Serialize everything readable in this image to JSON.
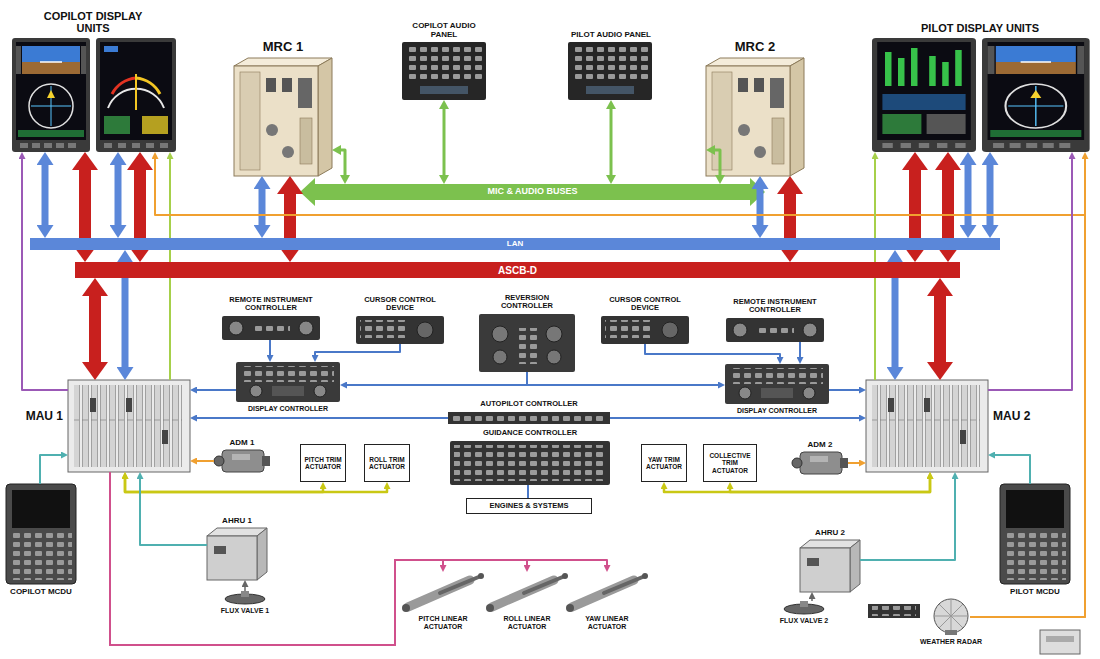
{
  "diagram": {
    "nodes": [
      {
        "text": [
          "COPILOT DISPLAY UNITS"
        ]
      },
      {
        "text": [
          "MRC 1"
        ]
      },
      {
        "text": [
          "COPILOT AUDIO PANEL"
        ]
      },
      {
        "text": [
          "PILOT AUDIO PANEL"
        ]
      },
      {
        "text": [
          "MRC 2"
        ]
      },
      {
        "text": [
          "PILOT DISPLAY UNITS"
        ]
      },
      {
        "text": [
          "MIC & AUDIO BUSES"
        ]
      },
      {
        "text": [
          "LAN"
        ]
      },
      {
        "text": [
          "ASCB-D"
        ]
      },
      {
        "text": [
          "REMOTE INSTRUMENT CONTROLLER"
        ]
      },
      {
        "text": [
          "CURSOR CONTROL DEVICE"
        ]
      },
      {
        "text": [
          "REVERSION CONTROLLER"
        ]
      },
      {
        "text": [
          "CURSOR CONTROL DEVICE"
        ]
      },
      {
        "text": [
          "REMOTE INSTRUMENT CONTROLLER"
        ]
      },
      {
        "text": [
          "MAU 1"
        ]
      },
      {
        "text": [
          "DISPLAY CONTROLLER"
        ]
      },
      {
        "text": [
          "AUTOPILOT CONTROLLER"
        ]
      },
      {
        "text": [
          "DISPLAY CONTROLLER"
        ]
      },
      {
        "text": [
          "MAU 2"
        ]
      },
      {
        "text": [
          "GUIDANCE CONTROLLER"
        ]
      },
      {
        "text": [
          "ADM 1"
        ]
      },
      {
        "text": [
          "PITCH TRIM ACTUATOR"
        ]
      },
      {
        "text": [
          "ROLL TRIM ACTUATOR"
        ]
      },
      {
        "text": [
          "YAW TRIM ACTUATOR"
        ]
      },
      {
        "text": [
          "COLLECTIVE TRIM ACTUATOR"
        ]
      },
      {
        "text": [
          "ADM 2"
        ]
      },
      {
        "text": [
          "ENGINES & SYSTEMS"
        ]
      },
      {
        "text": [
          "COPILOT MCDU"
        ]
      },
      {
        "text": [
          "PILOT MCDU"
        ]
      },
      {
        "text": [
          "AHRU 1"
        ]
      },
      {
        "text": [
          "FLUX VALVE 1"
        ]
      },
      {
        "text": [
          "PITCH LINEAR ACTUATOR"
        ]
      },
      {
        "text": [
          "ROLL LINEAR ACTUATOR"
        ]
      },
      {
        "text": [
          "YAW LINEAR ACTUATOR"
        ]
      },
      {
        "text": [
          "AHRU 2"
        ]
      },
      {
        "text": [
          "FLUX VALVE 2"
        ]
      },
      {
        "text": [
          "WEATHER RADAR"
        ]
      }
    ],
    "edges": [
      {
        "from": 0,
        "to": 8,
        "arrow": "both"
      },
      {
        "from": 0,
        "to": 8,
        "arrow": "both"
      },
      {
        "from": 1,
        "to": 8,
        "arrow": "both"
      },
      {
        "from": 4,
        "to": 8,
        "arrow": "both"
      },
      {
        "from": 5,
        "to": 8,
        "arrow": "both"
      },
      {
        "from": 5,
        "to": 8,
        "arrow": "both"
      },
      {
        "from": 14,
        "to": 8,
        "arrow": "both"
      },
      {
        "from": 18,
        "to": 8,
        "arrow": "both"
      },
      {
        "from": 0,
        "to": 7,
        "arrow": "both"
      },
      {
        "from": 0,
        "to": 7,
        "arrow": "both"
      },
      {
        "from": 1,
        "to": 7,
        "arrow": "both"
      },
      {
        "from": 4,
        "to": 7,
        "arrow": "both"
      },
      {
        "from": 5,
        "to": 7,
        "arrow": "both"
      },
      {
        "from": 5,
        "to": 7,
        "arrow": "both"
      },
      {
        "from": 14,
        "to": 7,
        "arrow": "both"
      },
      {
        "from": 18,
        "to": 7,
        "arrow": "both"
      },
      {
        "from": 1,
        "to": 6,
        "arrow": "both"
      },
      {
        "from": 2,
        "to": 6,
        "arrow": "both"
      },
      {
        "from": 3,
        "to": 6,
        "arrow": "both"
      },
      {
        "from": 4,
        "to": 6,
        "arrow": "both"
      },
      {
        "from": 9,
        "to": 15,
        "arrow": "to"
      },
      {
        "from": 10,
        "to": 15,
        "arrow": "to"
      },
      {
        "from": 11,
        "to": 15,
        "arrow": "to"
      },
      {
        "from": 11,
        "to": 17,
        "arrow": "to"
      },
      {
        "from": 12,
        "to": 17,
        "arrow": "to"
      },
      {
        "from": 13,
        "to": 17,
        "arrow": "to"
      },
      {
        "from": 15,
        "to": 14,
        "arrow": "to"
      },
      {
        "from": 17,
        "to": 18,
        "arrow": "to"
      },
      {
        "from": 16,
        "to": 14,
        "arrow": "to"
      },
      {
        "from": 16,
        "to": 18,
        "arrow": "to"
      },
      {
        "from": 26,
        "to": 19,
        "arrow": "none"
      },
      {
        "from": 14,
        "to": 21,
        "arrow": "both"
      },
      {
        "from": 14,
        "to": 22,
        "arrow": "both"
      },
      {
        "from": 18,
        "to": 23,
        "arrow": "both"
      },
      {
        "from": 18,
        "to": 24,
        "arrow": "both"
      },
      {
        "from": 27,
        "to": 14,
        "arrow": "to"
      },
      {
        "from": 14,
        "to": 0,
        "arrow": "to"
      },
      {
        "from": 14,
        "to": 0,
        "arrow": "to"
      },
      {
        "from": 36,
        "to": 0,
        "arrow": "to"
      },
      {
        "from": 36,
        "to": 5,
        "arrow": "to"
      },
      {
        "from": 18,
        "to": 5,
        "arrow": "to"
      },
      {
        "from": 18,
        "to": 5,
        "arrow": "to"
      },
      {
        "from": 14,
        "to": 31,
        "arrow": "to"
      },
      {
        "from": 14,
        "to": 32,
        "arrow": "to"
      },
      {
        "from": 14,
        "to": 33,
        "arrow": "to"
      },
      {
        "from": 29,
        "to": 14,
        "arrow": "to"
      },
      {
        "from": 30,
        "to": 29,
        "arrow": "to"
      },
      {
        "from": 34,
        "to": 18,
        "arrow": "to"
      },
      {
        "from": 35,
        "to": 34,
        "arrow": "to"
      },
      {
        "from": 20,
        "to": 14,
        "arrow": "to"
      },
      {
        "from": 25,
        "to": 18,
        "arrow": "to"
      },
      {
        "from": 28,
        "to": 18,
        "arrow": "to"
      }
    ]
  }
}
